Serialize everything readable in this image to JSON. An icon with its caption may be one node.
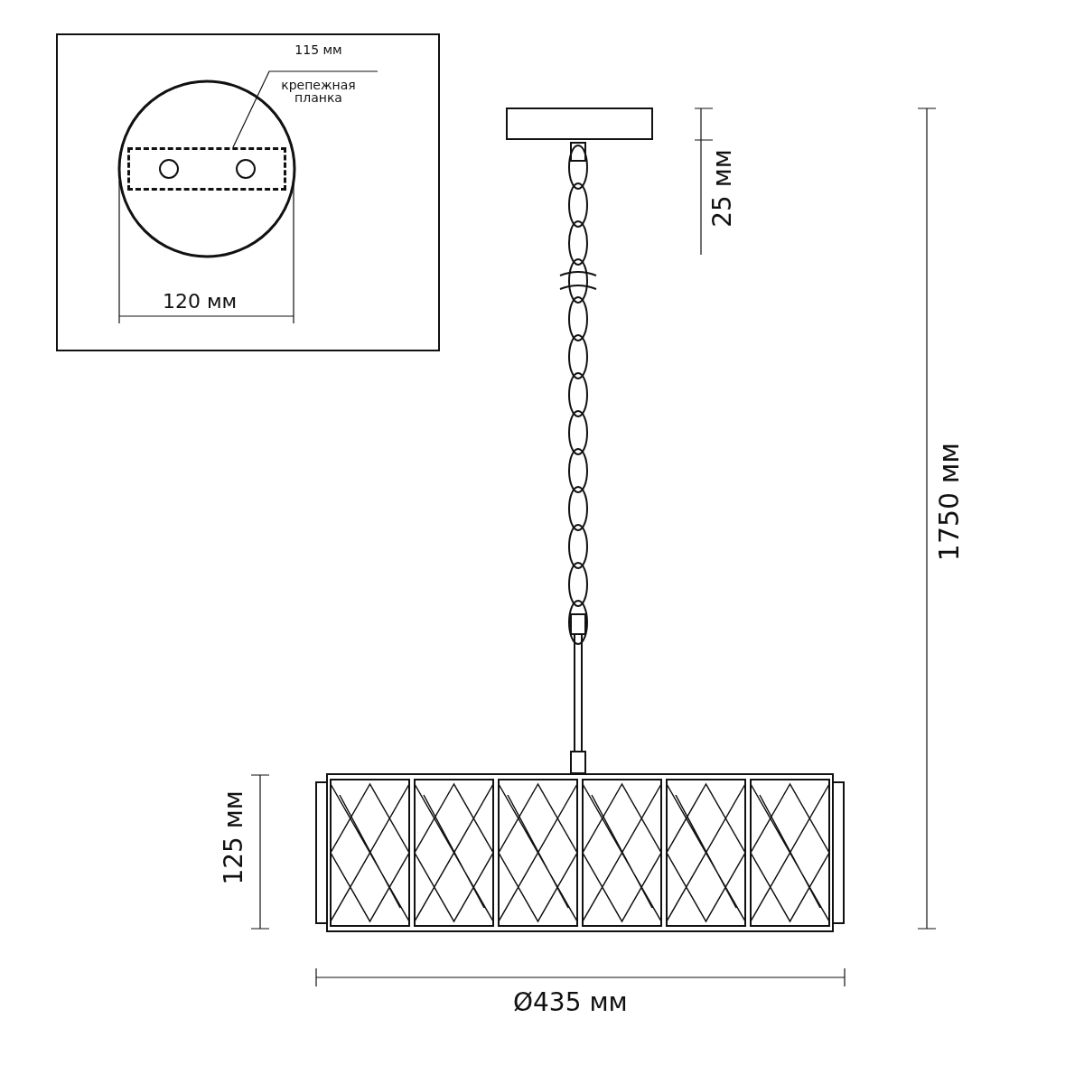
{
  "diagram": {
    "nodes": [
      {
        "text": [
          "115 мм",
          "крепежная планка"
        ]
      },
      {
        "text": [],
        "shape": "box"
      }
    ],
    "edges": [
      {
        "from": 0,
        "to": 1,
        "arrow": "none"
      }
    ],
    "labels": [
      "120 мм",
      "25 мм",
      "1750 мм",
      "125 мм",
      "Ø435 мм"
    ]
  }
}
